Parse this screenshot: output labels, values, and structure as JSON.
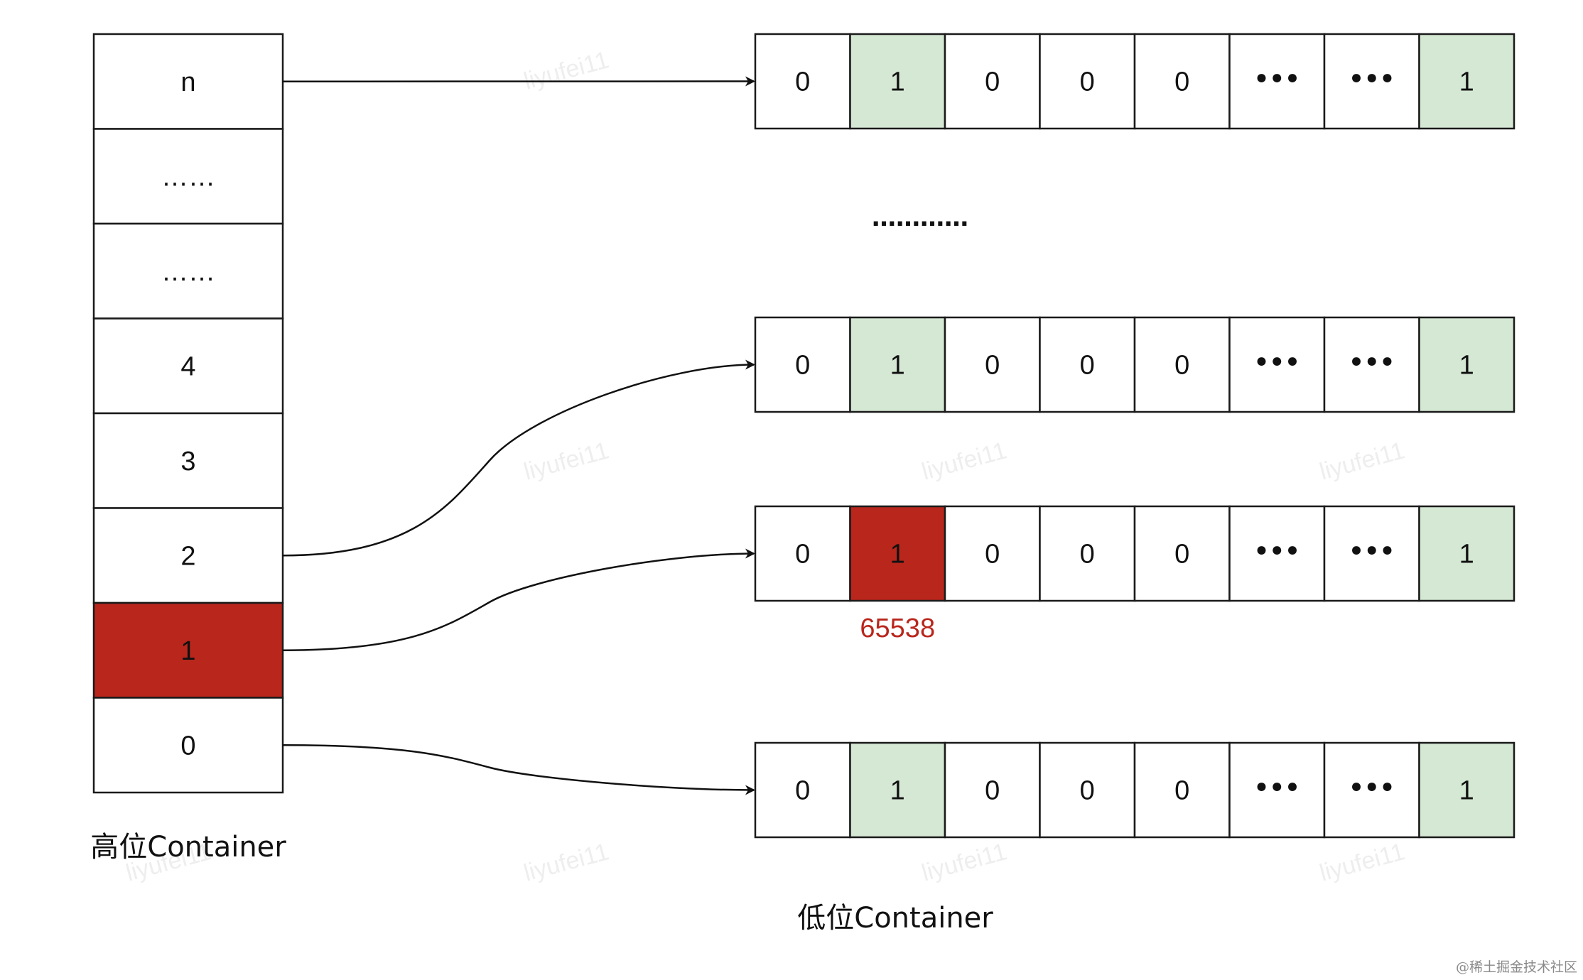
{
  "colors": {
    "highlight_red": "#b9261c",
    "highlight_green": "#d5e8d4",
    "cell_border": "#1a1a1a",
    "red_text": "#b9261c"
  },
  "high_container": {
    "label": "高位Container",
    "cells": [
      {
        "text": "n",
        "highlight": false
      },
      {
        "text": "……",
        "highlight": false
      },
      {
        "text": "……",
        "highlight": false
      },
      {
        "text": "4",
        "highlight": false
      },
      {
        "text": "3",
        "highlight": false
      },
      {
        "text": "2",
        "highlight": false
      },
      {
        "text": "1",
        "highlight": true
      },
      {
        "text": "0",
        "highlight": false
      }
    ]
  },
  "low_container": {
    "label": "低位Container",
    "ellipsis": "…………",
    "rows": [
      {
        "source_index": 0,
        "cells": [
          "0",
          "1",
          "0",
          "0",
          "0",
          "•••",
          "•••",
          "1"
        ],
        "highlights": [
          "none",
          "green",
          "none",
          "none",
          "none",
          "none",
          "none",
          "green"
        ],
        "annotation": ""
      },
      {
        "source_index": 5,
        "cells": [
          "0",
          "1",
          "0",
          "0",
          "0",
          "•••",
          "•••",
          "1"
        ],
        "highlights": [
          "none",
          "green",
          "none",
          "none",
          "none",
          "none",
          "none",
          "green"
        ],
        "annotation": ""
      },
      {
        "source_index": 6,
        "cells": [
          "0",
          "1",
          "0",
          "0",
          "0",
          "•••",
          "•••",
          "1"
        ],
        "highlights": [
          "none",
          "red",
          "none",
          "none",
          "none",
          "none",
          "none",
          "green"
        ],
        "annotation": "65538"
      },
      {
        "source_index": 7,
        "cells": [
          "0",
          "1",
          "0",
          "0",
          "0",
          "•••",
          "•••",
          "1"
        ],
        "highlights": [
          "none",
          "green",
          "none",
          "none",
          "none",
          "none",
          "none",
          "green"
        ],
        "annotation": ""
      }
    ]
  },
  "watermark": "liyufei11",
  "footer": "@稀土掘金技术社区"
}
